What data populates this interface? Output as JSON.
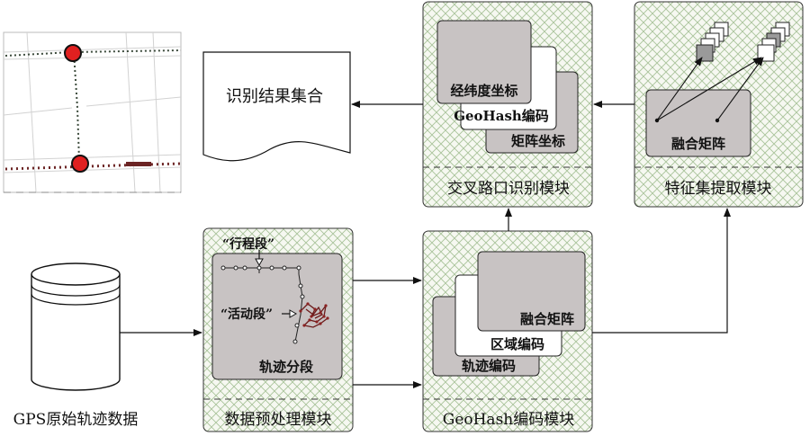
{
  "output": {
    "label": "识别结果集合"
  },
  "input": {
    "label": "GPS原始轨迹数据"
  },
  "preprocess": {
    "module_label": "数据预处理模块",
    "trip_label": "“行程段”",
    "activity_label": "“活动段”",
    "segment_label": "轨迹分段"
  },
  "geohash": {
    "module_label": "GeoHash编码模块",
    "layers": [
      "融合矩阵",
      "区域编码",
      "轨迹编码"
    ]
  },
  "intersection": {
    "module_label": "交叉路口识别模块",
    "layers": [
      "经纬度坐标",
      "GeoHash编码",
      "矩阵坐标"
    ]
  },
  "feature": {
    "module_label": "特征集提取模块",
    "matrix_label": "融合矩阵"
  },
  "colors": {
    "module_fill": "#eef3e6",
    "hatch": "#a9c39a",
    "panel_gray": "#c8c3c3",
    "node_red": "#e02020",
    "trace_dark": "#5b1a1a"
  }
}
